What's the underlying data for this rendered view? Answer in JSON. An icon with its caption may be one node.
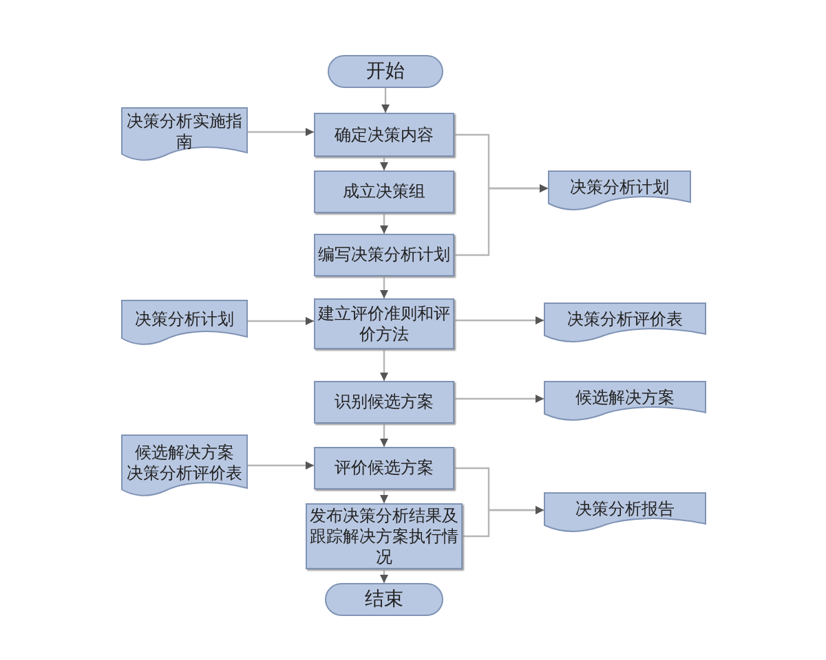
{
  "diagram": {
    "nodes": [
      {
        "text": [
          "开始"
        ]
      },
      {
        "text": [
          "确定决策内容"
        ]
      },
      {
        "text": [
          "成立决策组"
        ]
      },
      {
        "text": [
          "编写决策分析计划"
        ]
      },
      {
        "text": [
          "建立评价准则和评价方法"
        ]
      },
      {
        "text": [
          "识别候选方案"
        ]
      },
      {
        "text": [
          "评价候选方案"
        ]
      },
      {
        "text": [
          "发布决策分析结果及跟踪解决方案执行情况"
        ]
      },
      {
        "text": [
          "结束"
        ]
      },
      {
        "text": [
          "决策分析实施指南"
        ]
      },
      {
        "text": [
          "决策分析计划"
        ]
      },
      {
        "text": [
          "候选解决方案",
          "决策分析评价表"
        ]
      },
      {
        "text": [
          "决策分析计划"
        ]
      },
      {
        "text": [
          "决策分析评价表"
        ]
      },
      {
        "text": [
          "候选解决方案"
        ]
      },
      {
        "text": [
          "决策分析报告"
        ]
      }
    ],
    "edges": [
      {
        "from": 0,
        "to": 1,
        "arrow": "to"
      },
      {
        "from": 1,
        "to": 2,
        "arrow": "to"
      },
      {
        "from": 2,
        "to": 3,
        "arrow": "to"
      },
      {
        "from": 3,
        "to": 4,
        "arrow": "to"
      },
      {
        "from": 4,
        "to": 5,
        "arrow": "to"
      },
      {
        "from": 5,
        "to": 6,
        "arrow": "to"
      },
      {
        "from": 6,
        "to": 7,
        "arrow": "to"
      },
      {
        "from": 7,
        "to": 8,
        "arrow": "to"
      },
      {
        "from": 9,
        "to": 1,
        "arrow": "to"
      },
      {
        "from": 10,
        "to": 4,
        "arrow": "to"
      },
      {
        "from": 11,
        "to": 6,
        "arrow": "to"
      },
      {
        "from": 1,
        "to": 12,
        "arrow": "to"
      },
      {
        "from": 3,
        "to": 12,
        "arrow": "to"
      },
      {
        "from": 4,
        "to": 13,
        "arrow": "to"
      },
      {
        "from": 5,
        "to": 14,
        "arrow": "to"
      },
      {
        "from": 6,
        "to": 15,
        "arrow": "to"
      },
      {
        "from": 7,
        "to": 15,
        "arrow": "to"
      }
    ]
  }
}
